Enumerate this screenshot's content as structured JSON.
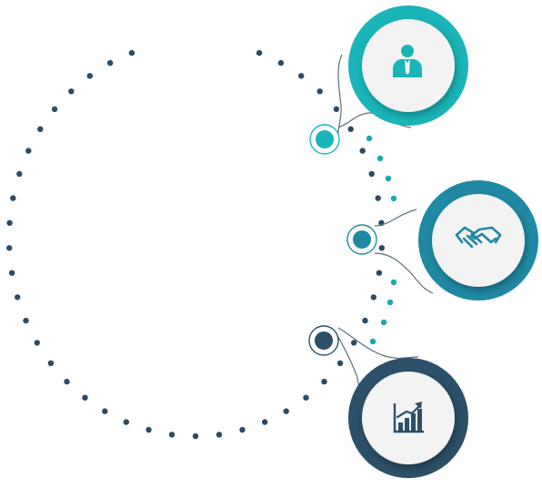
{
  "colors": {
    "background": "#ffffff",
    "dots_navy": "#2d4a63",
    "dots_teal": "#1aa9ae",
    "node_top": "#1ab5b8",
    "node_middle": "#1f89a3",
    "node_bottom": "#2b5068",
    "inner_face": "#f3f3f3",
    "connector_line": "#5c6f78"
  },
  "nodes": [
    {
      "id": "top",
      "icon": "businessman-icon",
      "color_key": "node_top"
    },
    {
      "id": "middle",
      "icon": "handshake-icon",
      "color_key": "node_middle"
    },
    {
      "id": "bottom",
      "icon": "growth-chart-icon",
      "color_key": "node_bottom"
    }
  ]
}
